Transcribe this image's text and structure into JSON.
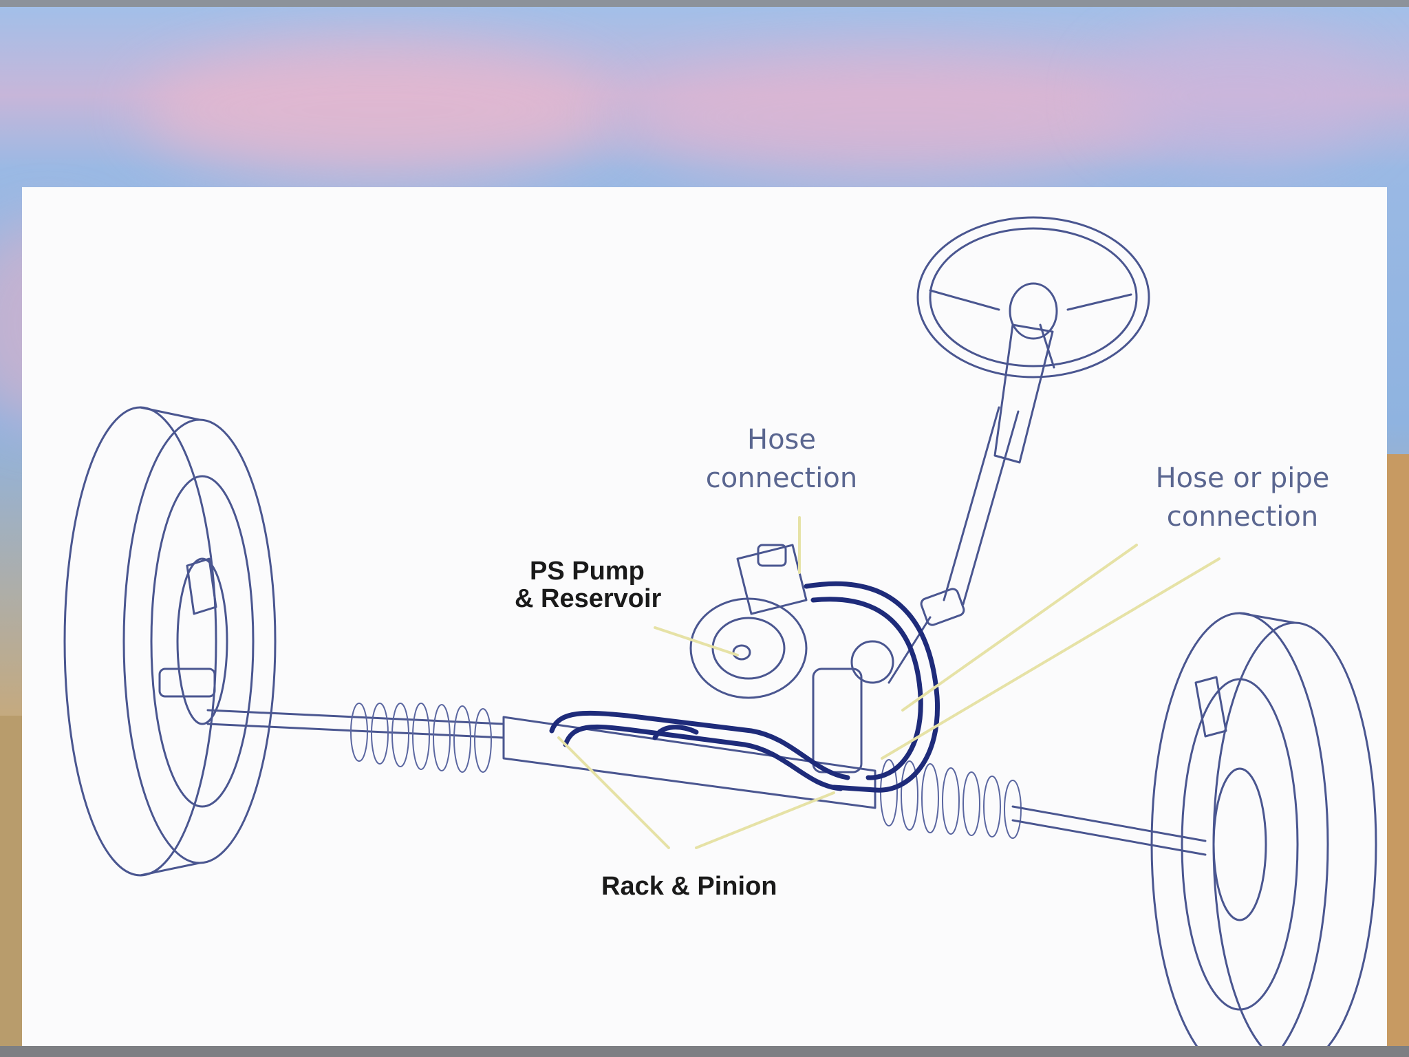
{
  "diagram": {
    "labels": {
      "hose_connection_line1": "Hose",
      "hose_connection_line2": "connection",
      "hose_or_pipe_line1": "Hose or pipe",
      "hose_or_pipe_line2": "connection",
      "ps_pump_line1": "PS Pump",
      "ps_pump_line2": "& Reservoir",
      "rack_pinion": "Rack & Pinion"
    },
    "colors": {
      "line_art": "#4a5690",
      "hose": "#1e2b7a",
      "leader": "#e6e2a6",
      "panel": "#fbfbfc"
    }
  }
}
